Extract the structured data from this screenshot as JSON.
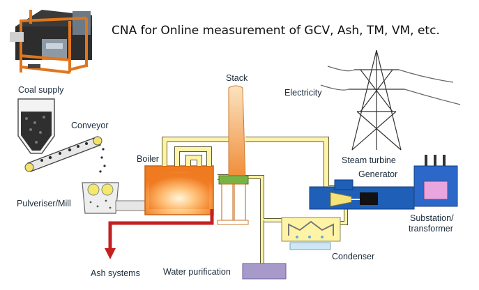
{
  "heading": "CNA for Online  measurement of GCV, Ash, TM, VM, etc.",
  "labels": {
    "coal_supply": "Coal supply",
    "conveyor": "Conveyor",
    "pulveriser": "Pulveriser/Mill",
    "boiler": "Boiler",
    "stack": "Stack",
    "electricity": "Electricity",
    "steam_turbine": "Steam turbine",
    "generator": "Generator",
    "substation_line1": "Substation/",
    "substation_line2": "transformer",
    "condenser": "Condenser",
    "ash_systems": "Ash systems",
    "water_purification": "Water purification"
  },
  "colors": {
    "analyzer_frame": "#e0761c",
    "boiler_orange": "#f08a2a",
    "stack_orange": "#f19a45",
    "pipe_yellow": "#fff3a8",
    "turbine_blue": "#1f5fb8",
    "substation_blue": "#2b68c9",
    "substation_pink": "#e9a6de",
    "condenser_yellow": "#fff4a6",
    "ash_red": "#c42020",
    "water_purple": "#a79acb"
  }
}
